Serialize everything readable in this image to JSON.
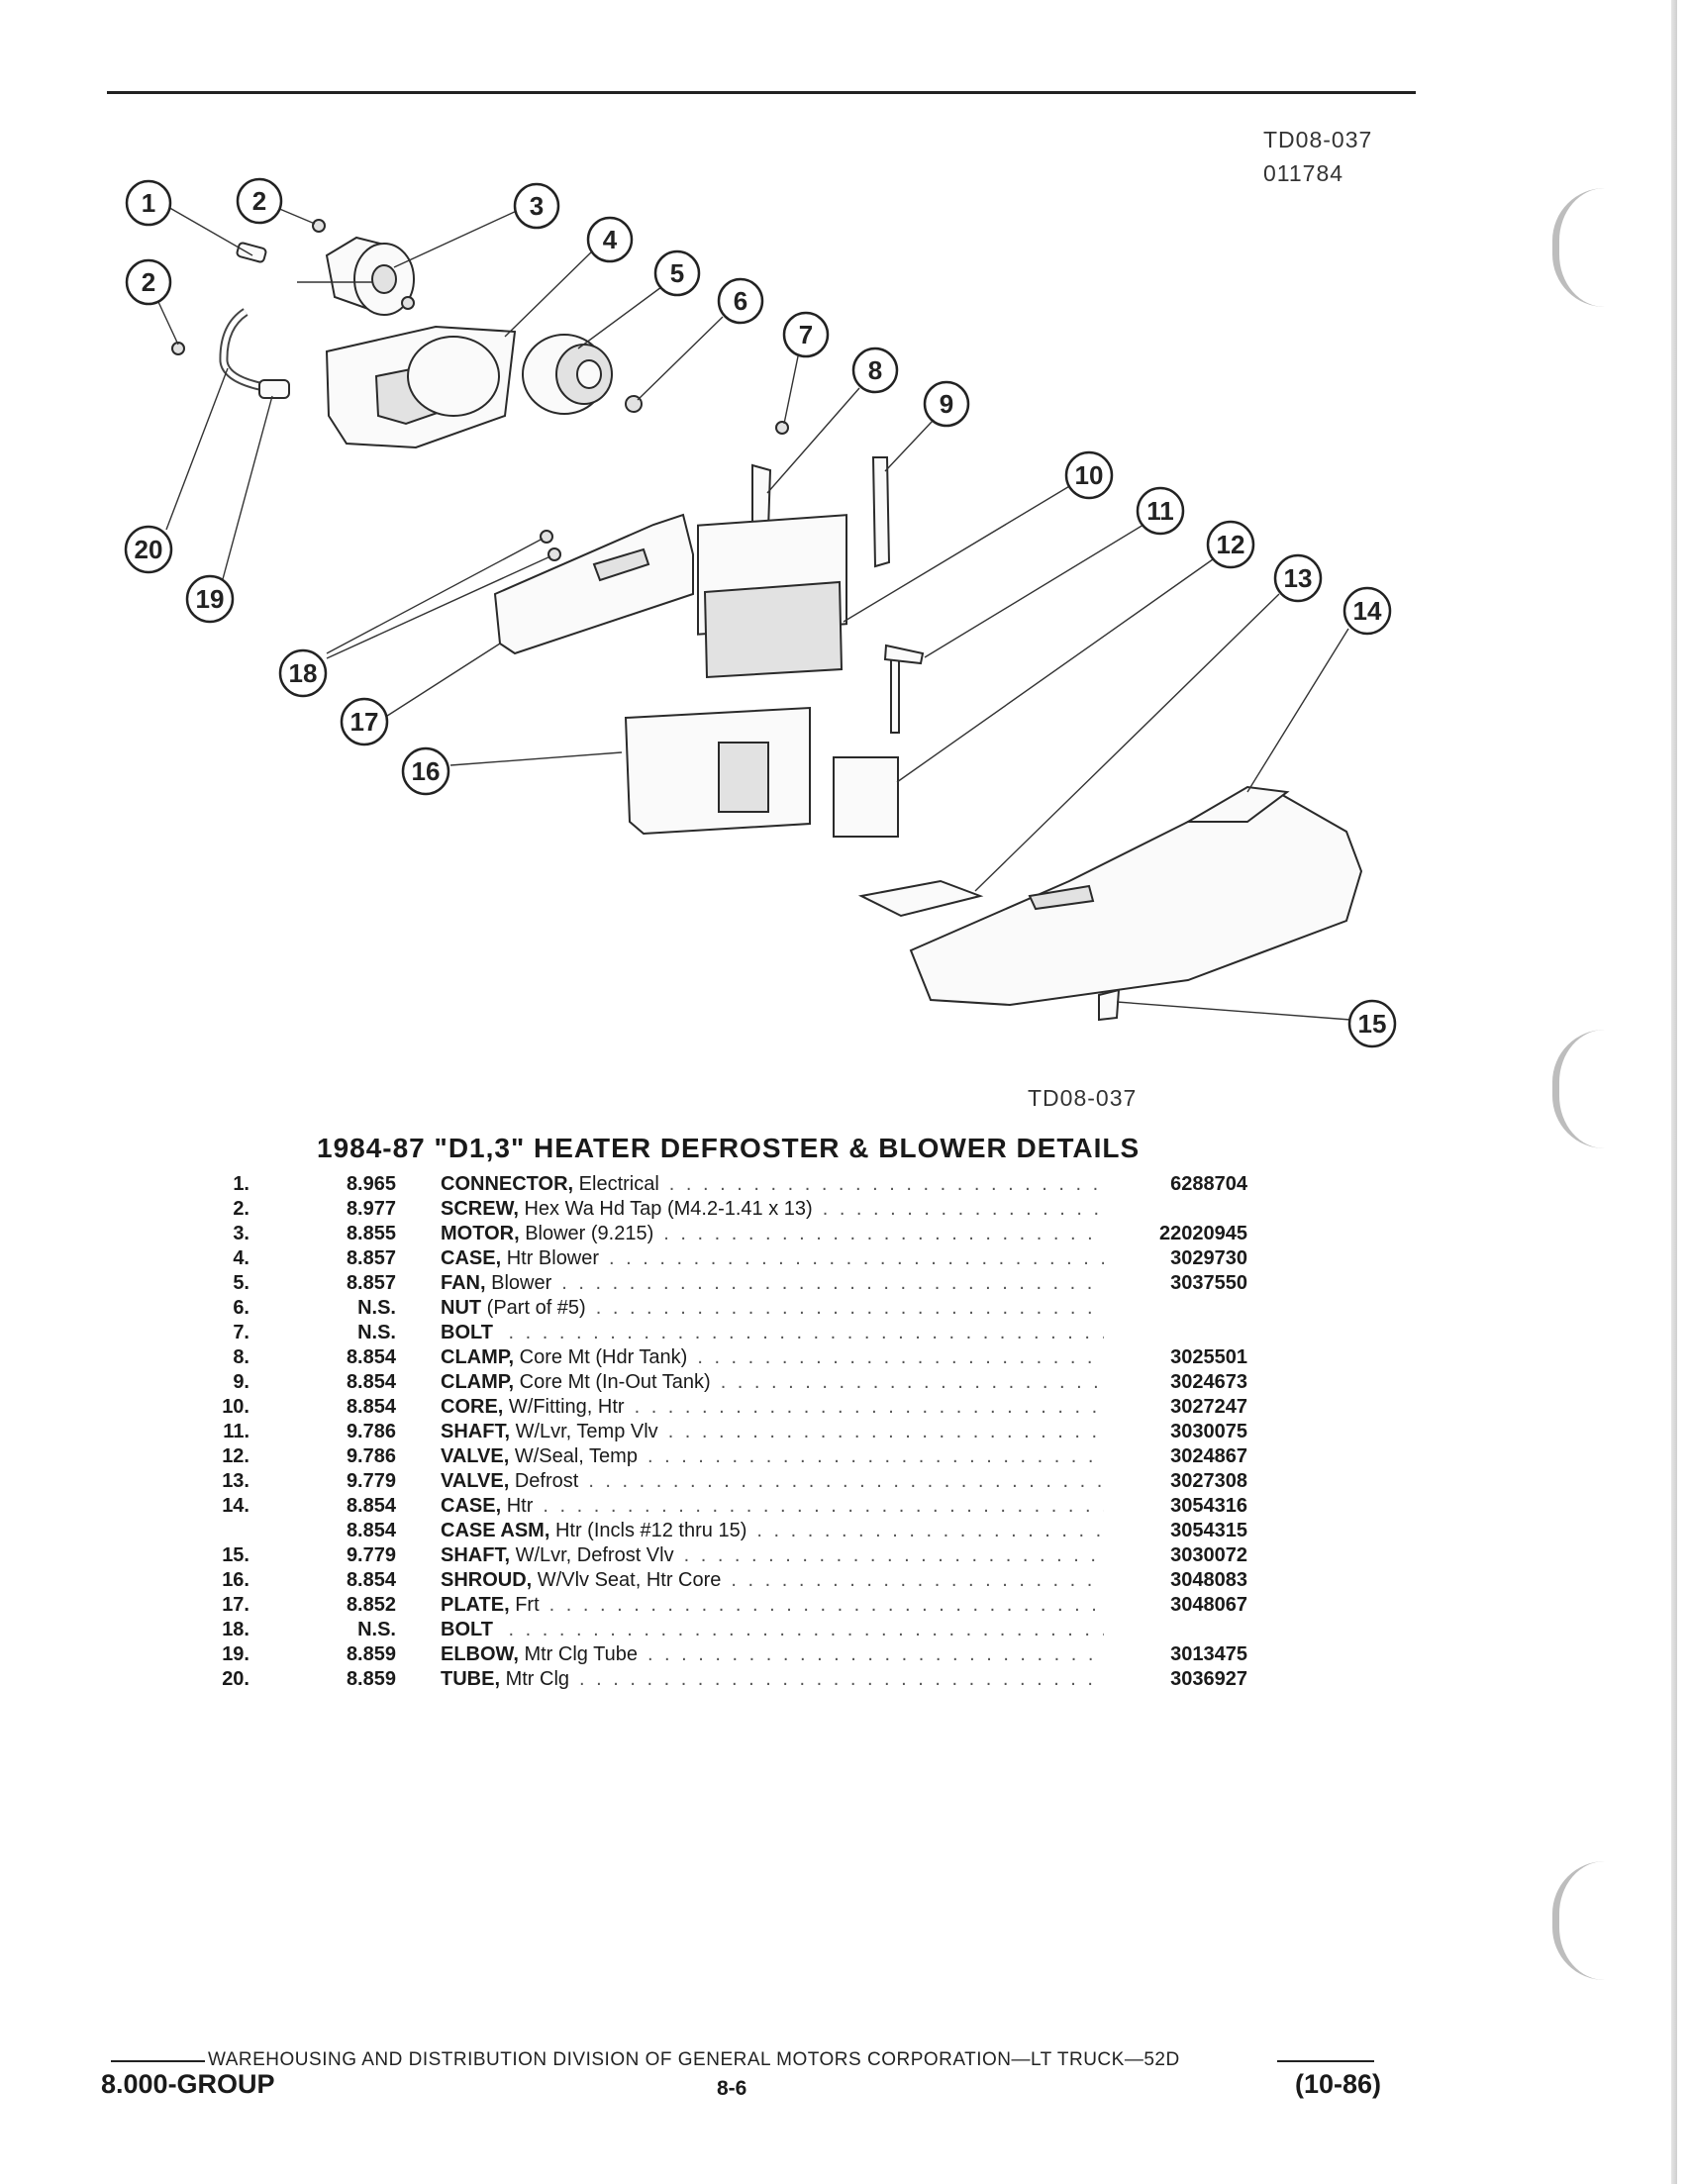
{
  "header": {
    "ref_code_top": "TD08-037",
    "ref_code_date": "011784",
    "ref_code_bottom": "TD08-037"
  },
  "diagram": {
    "callouts": [
      "1",
      "2",
      "2",
      "3",
      "4",
      "5",
      "6",
      "7",
      "8",
      "9",
      "10",
      "11",
      "12",
      "13",
      "14",
      "15",
      "16",
      "17",
      "18",
      "19",
      "20"
    ]
  },
  "section": {
    "title": "1984-87 \"D1,3\" HEATER DEFROSTER & BLOWER DETAILS"
  },
  "parts": [
    {
      "item": "1.",
      "group": "8.965",
      "name": "CONNECTOR,",
      "detail": "Electrical",
      "part_no": "6288704"
    },
    {
      "item": "2.",
      "group": "8.977",
      "name": "SCREW,",
      "detail": "Hex Wa Hd Tap (M4.2-1.41 x 13)",
      "part_no": ""
    },
    {
      "item": "3.",
      "group": "8.855",
      "name": "MOTOR,",
      "detail": "Blower (9.215)",
      "part_no": "22020945"
    },
    {
      "item": "4.",
      "group": "8.857",
      "name": "CASE,",
      "detail": "Htr Blower",
      "part_no": "3029730"
    },
    {
      "item": "5.",
      "group": "8.857",
      "name": "FAN,",
      "detail": "Blower",
      "part_no": "3037550"
    },
    {
      "item": "6.",
      "group": "N.S.",
      "name": "NUT",
      "detail": "(Part of #5)",
      "part_no": ""
    },
    {
      "item": "7.",
      "group": "N.S.",
      "name": "BOLT",
      "detail": "",
      "part_no": ""
    },
    {
      "item": "8.",
      "group": "8.854",
      "name": "CLAMP,",
      "detail": "Core Mt (Hdr Tank)",
      "part_no": "3025501"
    },
    {
      "item": "9.",
      "group": "8.854",
      "name": "CLAMP,",
      "detail": "Core Mt (In-Out Tank)",
      "part_no": "3024673"
    },
    {
      "item": "10.",
      "group": "8.854",
      "name": "CORE,",
      "detail": "W/Fitting, Htr",
      "part_no": "3027247"
    },
    {
      "item": "11.",
      "group": "9.786",
      "name": "SHAFT,",
      "detail": "W/Lvr, Temp Vlv",
      "part_no": "3030075"
    },
    {
      "item": "12.",
      "group": "9.786",
      "name": "VALVE,",
      "detail": "W/Seal, Temp",
      "part_no": "3024867"
    },
    {
      "item": "13.",
      "group": "9.779",
      "name": "VALVE,",
      "detail": "Defrost",
      "part_no": "3027308"
    },
    {
      "item": "14.",
      "group": "8.854",
      "name": "CASE,",
      "detail": "Htr",
      "part_no": "3054316"
    },
    {
      "item": "",
      "group": "8.854",
      "name": "CASE ASM,",
      "detail": "Htr (Incls #12 thru 15)",
      "part_no": "3054315"
    },
    {
      "item": "15.",
      "group": "9.779",
      "name": "SHAFT,",
      "detail": "W/Lvr, Defrost Vlv",
      "part_no": "3030072"
    },
    {
      "item": "16.",
      "group": "8.854",
      "name": "SHROUD,",
      "detail": "W/Vlv Seat, Htr Core",
      "part_no": "3048083"
    },
    {
      "item": "17.",
      "group": "8.852",
      "name": "PLATE,",
      "detail": "Frt",
      "part_no": "3048067"
    },
    {
      "item": "18.",
      "group": "N.S.",
      "name": "BOLT",
      "detail": "",
      "part_no": ""
    },
    {
      "item": "19.",
      "group": "8.859",
      "name": "ELBOW,",
      "detail": "Mtr Clg Tube",
      "part_no": "3013475"
    },
    {
      "item": "20.",
      "group": "8.859",
      "name": "TUBE,",
      "detail": "Mtr Clg",
      "part_no": "3036927"
    }
  ],
  "footer": {
    "publisher": "WAREHOUSING AND DISTRIBUTION DIVISION OF GENERAL MOTORS CORPORATION—LT TRUCK—52D",
    "group": "8.000-GROUP",
    "page": "8-6",
    "date": "(10-86)"
  }
}
